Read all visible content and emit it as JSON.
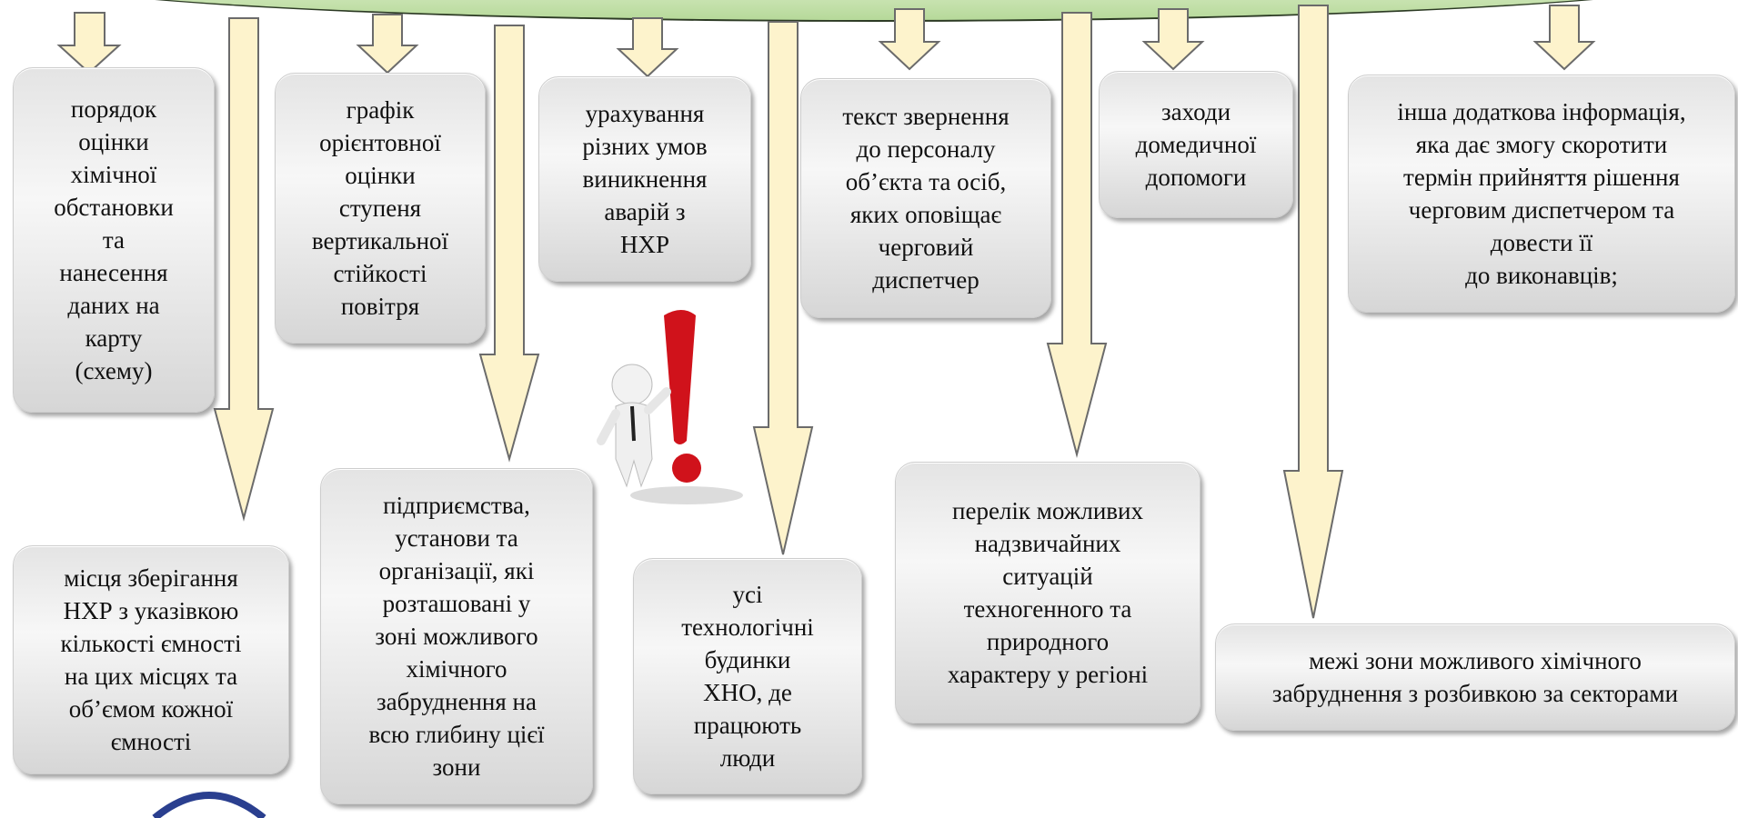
{
  "header": {
    "color": "#b6d99a"
  },
  "boxes": {
    "b1": "порядок\nоцінки\nхімічної\nобстановки\nта\nнанесення\nданих на\nкарту\n(схему)",
    "b2": "графік\nорієнтовної\nоцінки\nступеня\nвертикальної\nстійкості\nповітря",
    "b3": "урахування\nрізних умов\nвиникнення\nаварій з\nНХР",
    "b4": "текст звернення\nдо персоналу\nоб’єкта та осіб,\nяких оповіщає\nчерговий\nдиспетчер",
    "b5": "заходи\nдомедичної\nдопомоги",
    "b6": "інша додаткова інформація,\nяка дає змогу скоротити\nтермін прийняття рішення\nчерговим диспетчером та\nдовести її\nдо виконавців;",
    "b7": "місця зберігання\nНХР з указівкою\nкількості ємності\nна цих місцях та\nоб’ємом кожної\nємності",
    "b8": "підприємства,\nустанови та\nорганізації, які\nрозташовані у\nзоні можливого\nхімічного\nзабруднення на\nвсю глибину цієї\nзони",
    "b9": "усі\nтехнологічні\nбудинки\nХНО, де\nпрацюють\nлюди",
    "b10": "перелік можливих\nнадзвичайних\nситуацій\nтехногенного та\nприродного\nхарактеру у регіоні",
    "b11": "межі зони можливого хімічного\nзабруднення з розбивкою за секторами"
  },
  "colors": {
    "arrow_fill": "#fdf3cc",
    "arrow_stroke": "#6b6b6b",
    "exclamation": "#d0121b"
  },
  "icons": {
    "figure": "person-with-exclamation-icon"
  }
}
